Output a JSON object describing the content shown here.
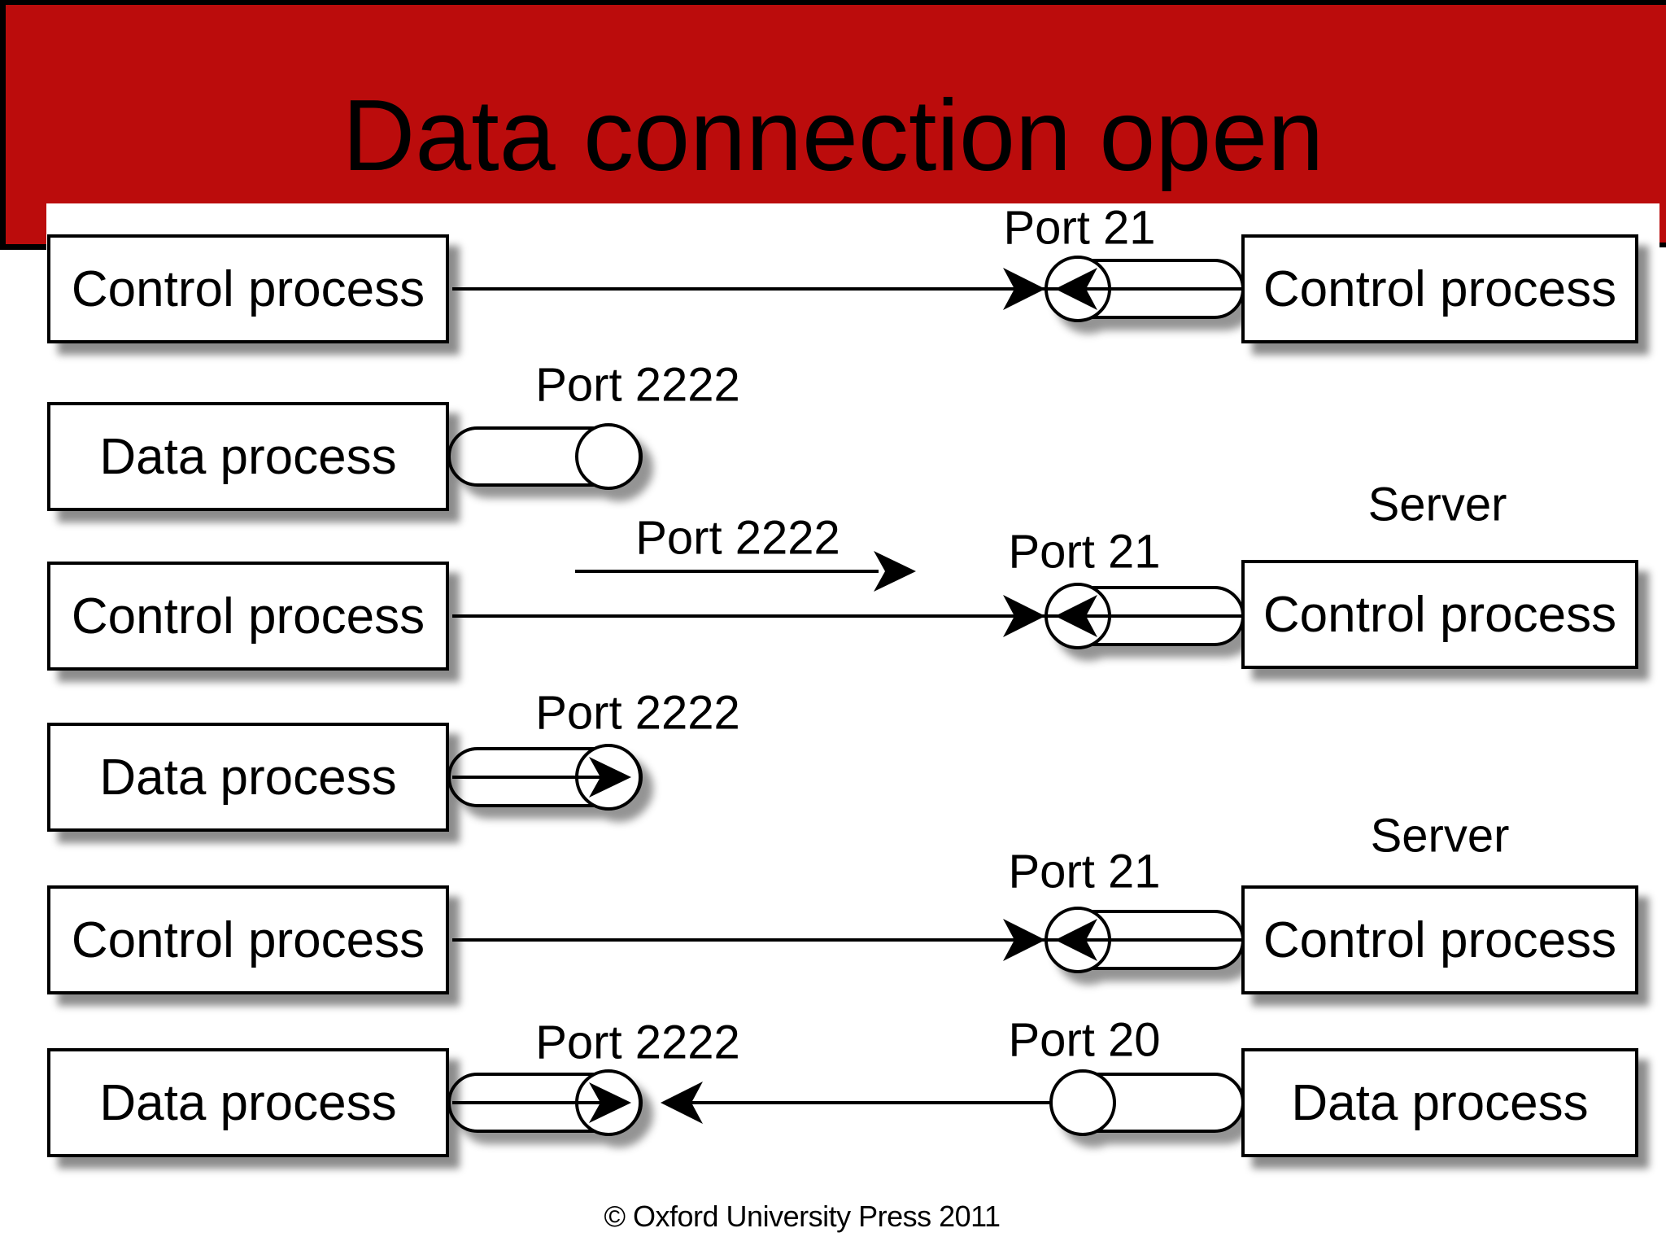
{
  "slide": {
    "title": "Data connection open",
    "credit": "© Oxford University Press 2011"
  },
  "colors": {
    "banner_red": "#bb0c0c",
    "outline": "#000000",
    "shape_fill": "#ffffff"
  },
  "boxes": {
    "left": [
      {
        "label": "Control process"
      },
      {
        "label": "Data process"
      },
      {
        "label": "Control process"
      },
      {
        "label": "Data process"
      },
      {
        "label": "Control process"
      },
      {
        "label": "Data process"
      }
    ],
    "right": [
      {
        "label": "Control process"
      },
      {
        "label": "Control process"
      },
      {
        "label": "Control process"
      },
      {
        "label": "Data process"
      }
    ]
  },
  "server_labels": [
    {
      "text": "Server"
    },
    {
      "text": "Server"
    }
  ],
  "ports": [
    {
      "text": "Port 21"
    },
    {
      "text": "Port 2222"
    },
    {
      "text": "Port 2222"
    },
    {
      "text": "Port 21"
    },
    {
      "text": "Port 2222"
    },
    {
      "text": "Port 21"
    },
    {
      "text": "Port 2222"
    },
    {
      "text": "Port 20"
    }
  ]
}
